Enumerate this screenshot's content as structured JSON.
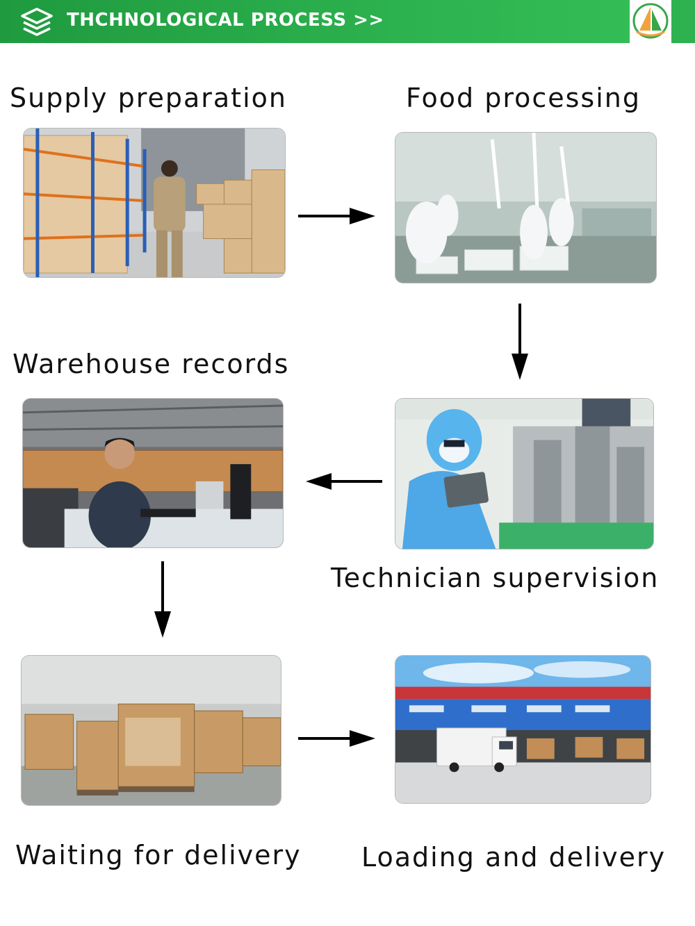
{
  "header": {
    "title": "THCHNOLOGICAL PROCESS >>",
    "icon": "layers-icon",
    "logo": "sailboat-logo",
    "colors": {
      "green": "#2cb14e",
      "white": "#ffffff"
    }
  },
  "steps": [
    {
      "label": "Supply preparation",
      "photo": "warehouse-worker-photo"
    },
    {
      "label": "Food processing",
      "photo": "factory-line-photo"
    },
    {
      "label": "Technician supervision",
      "photo": "technician-tablet-photo"
    },
    {
      "label": "Warehouse records",
      "photo": "warehouse-clerk-photo"
    },
    {
      "label": "Waiting for delivery",
      "photo": "boxes-pallets-photo"
    },
    {
      "label": "Loading and delivery",
      "photo": "truck-dock-photo"
    }
  ],
  "arrows": [
    "right",
    "down",
    "left",
    "down",
    "right"
  ]
}
